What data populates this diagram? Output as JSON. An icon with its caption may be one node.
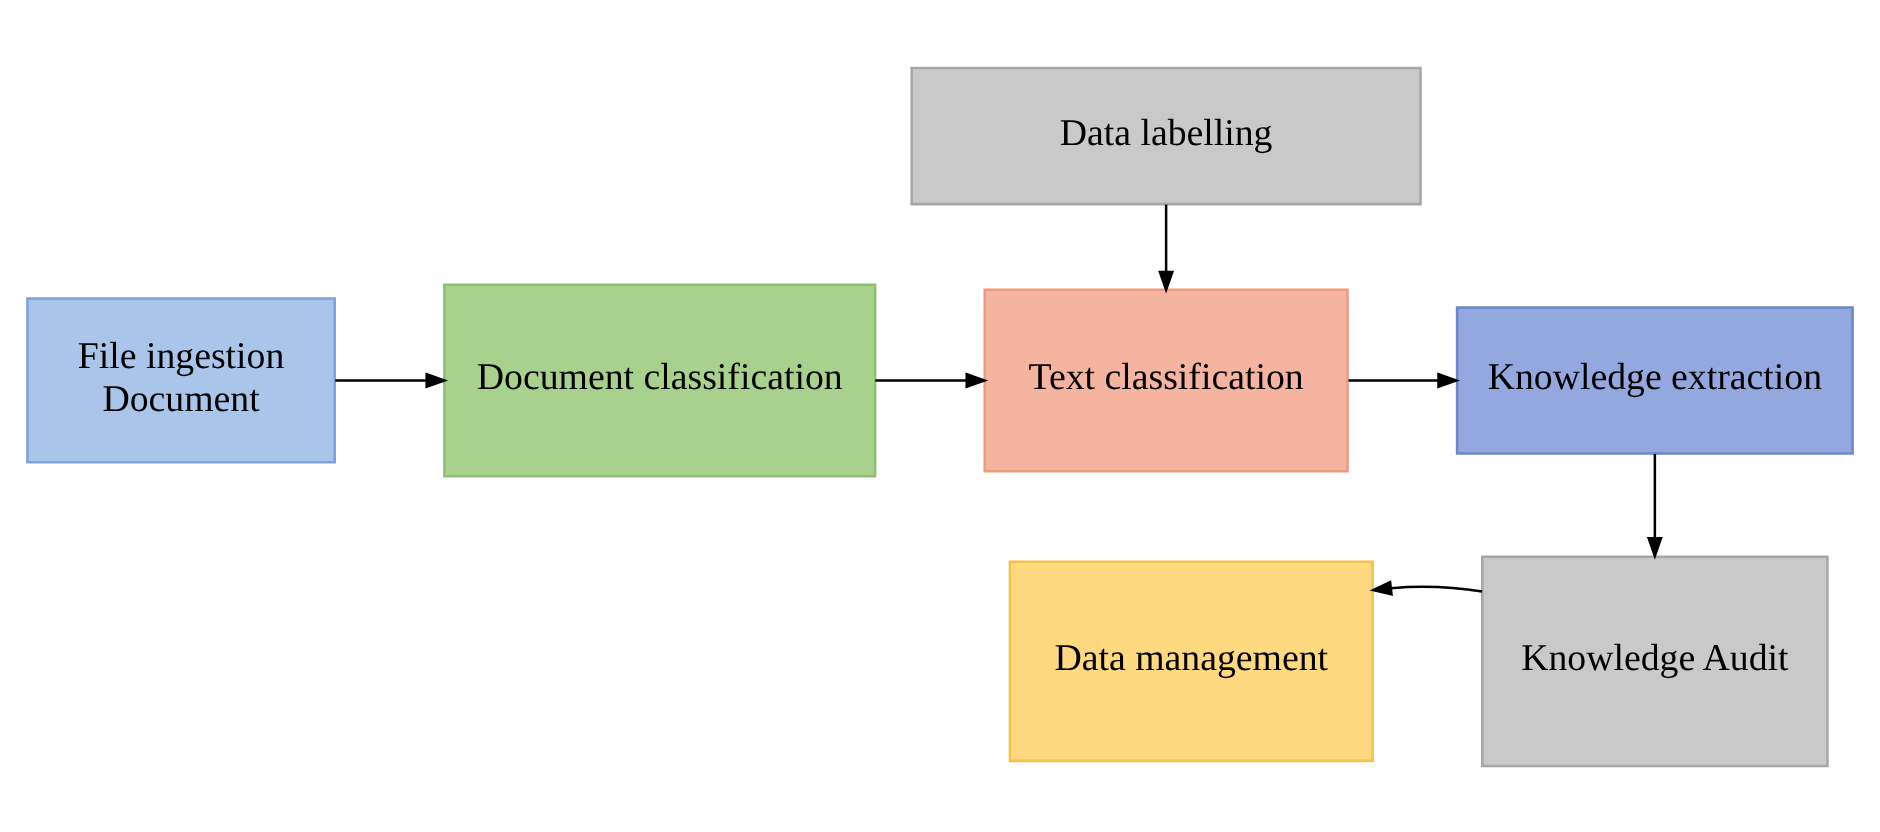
{
  "diagram": {
    "nodes": [
      {
        "text": [
          "Data labelling"
        ]
      },
      {
        "text": [
          "File ingestion",
          "Document"
        ]
      },
      {
        "text": [
          "Document classification"
        ]
      },
      {
        "text": [
          "Text classification"
        ]
      },
      {
        "text": [
          "Knowledge extraction"
        ]
      },
      {
        "text": [
          "Data management"
        ]
      },
      {
        "text": [
          "Knowledge Audit"
        ]
      }
    ],
    "edges": [
      {
        "from": 1,
        "to": 2,
        "arrow": "to"
      },
      {
        "from": 2,
        "to": 3,
        "arrow": "to"
      },
      {
        "from": 0,
        "to": 3,
        "arrow": "to"
      },
      {
        "from": 3,
        "to": 4,
        "arrow": "to"
      },
      {
        "from": 4,
        "to": 6,
        "arrow": "to"
      },
      {
        "from": 6,
        "to": 5,
        "arrow": "to"
      }
    ]
  }
}
